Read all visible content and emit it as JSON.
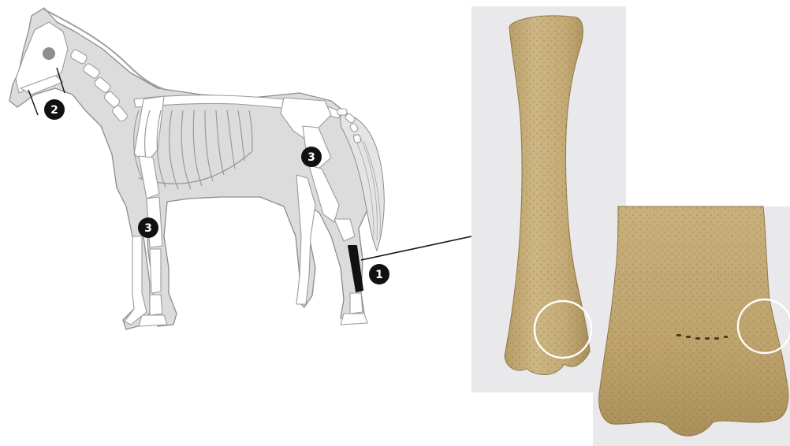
{
  "markers": [
    {
      "id": "m1",
      "label": "1"
    },
    {
      "id": "m2",
      "label": "2"
    },
    {
      "id": "m3a",
      "label": "3"
    },
    {
      "id": "m3b",
      "label": "3"
    }
  ],
  "colors": {
    "body_fill": "#dcdcdc",
    "outline": "#8c8c8c",
    "bone": "#ffffff",
    "bone_outline": "#9a9a9a",
    "marker": "#111111",
    "skull_spot": "#8e8e8e",
    "bone_photo": "#c5ae7a",
    "bone_photo_dark": "#9c8351",
    "photo_bg": "#e9e9ec",
    "circle": "#ffffff"
  },
  "icons": {
    "markers": "black-numbered-circle",
    "highlight": "white-ring"
  }
}
